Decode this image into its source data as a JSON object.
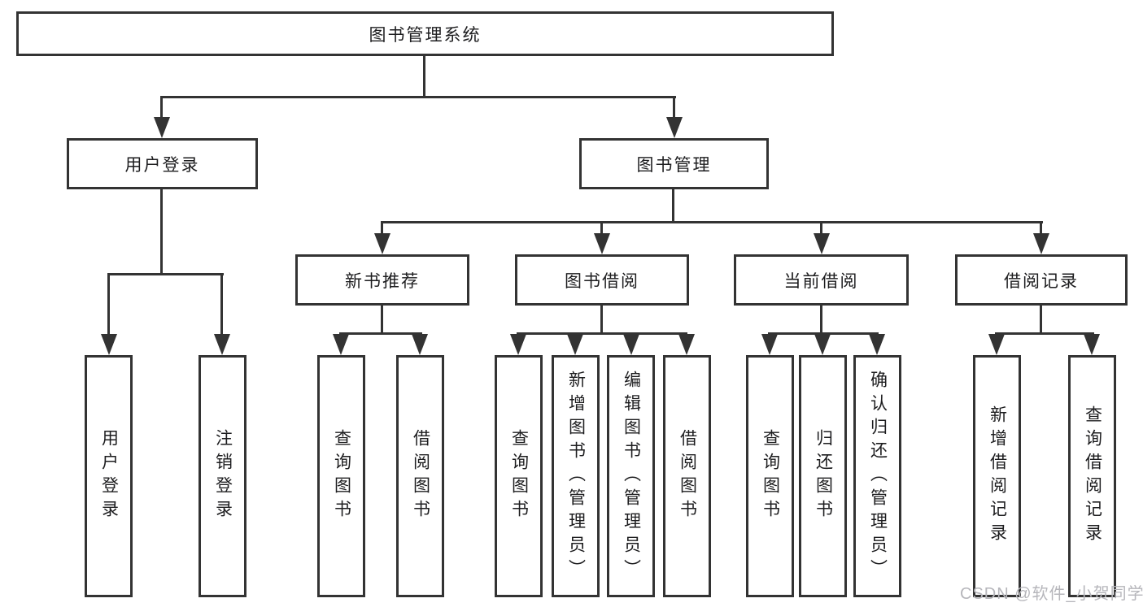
{
  "colors": {
    "line": "#333333",
    "text": "#1d1d1f",
    "box_background": "#ffffff",
    "watermark": "#b6b6bb",
    "page_background": "#ffffff"
  },
  "watermark": {
    "text": "CSDN @软件_小贺同学"
  },
  "tree": {
    "root": {
      "label": "图书管理系统"
    },
    "branches": [
      {
        "label": "用户登录",
        "children": [
          {
            "label": "用户登录"
          },
          {
            "label": "注销登录"
          }
        ]
      },
      {
        "label": "图书管理",
        "children": [
          {
            "label": "新书推荐",
            "children": [
              {
                "label": "查询图书"
              },
              {
                "label": "借阅图书"
              }
            ]
          },
          {
            "label": "图书借阅",
            "children": [
              {
                "label": "查询图书"
              },
              {
                "label": "新增图书（管理员）"
              },
              {
                "label": "编辑图书（管理员）"
              },
              {
                "label": "借阅图书"
              }
            ]
          },
          {
            "label": "当前借阅",
            "children": [
              {
                "label": "查询图书"
              },
              {
                "label": "归还图书"
              },
              {
                "label": "确认归还（管理员）"
              }
            ]
          },
          {
            "label": "借阅记录",
            "children": [
              {
                "label": "新增借阅记录"
              },
              {
                "label": "查询借阅记录"
              }
            ]
          }
        ]
      }
    ]
  }
}
